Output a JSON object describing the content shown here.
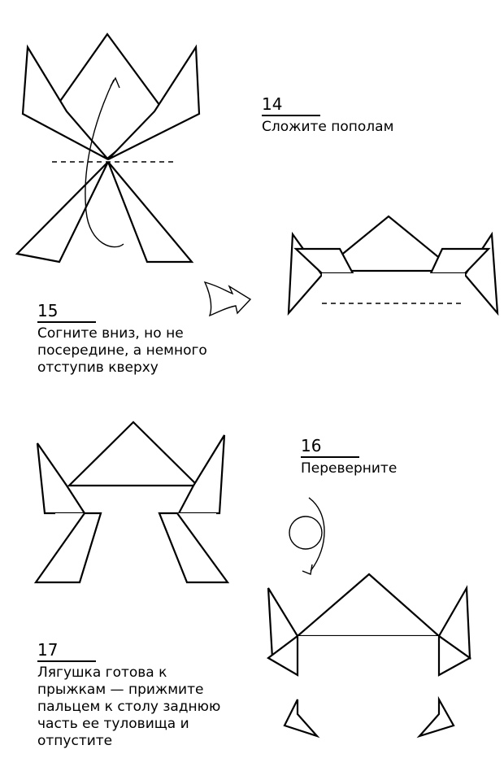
{
  "steps": [
    {
      "number": "14",
      "text": "Сложите пополам"
    },
    {
      "number": "15",
      "text": "Согните вниз, но не\nпосередине, а немного\nотступив кверху"
    },
    {
      "number": "16",
      "text": "Переверните"
    },
    {
      "number": "17",
      "text": "Лягушка готова к\nпрыжкам — прижмите\nпальцем к столу заднюю\nчасть ее туловища и\nотпустите"
    }
  ]
}
